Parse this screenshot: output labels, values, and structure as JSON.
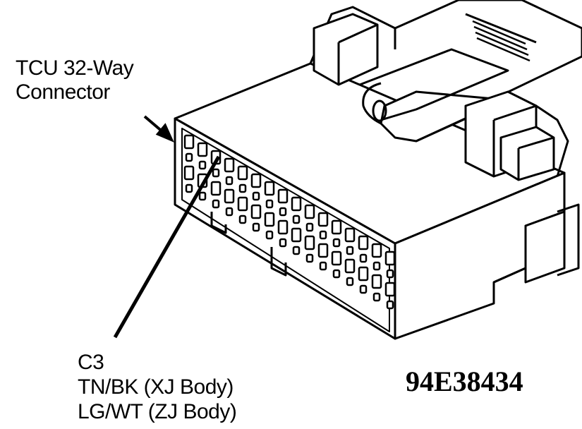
{
  "labels": {
    "connector_line1": "TCU 32-Way",
    "connector_line2": "Connector",
    "pin": "C3",
    "wire_xj": "TN/BK (XJ Body)",
    "wire_zj": "LG/WT (ZJ Body)"
  },
  "figure_number": "94E38434"
}
